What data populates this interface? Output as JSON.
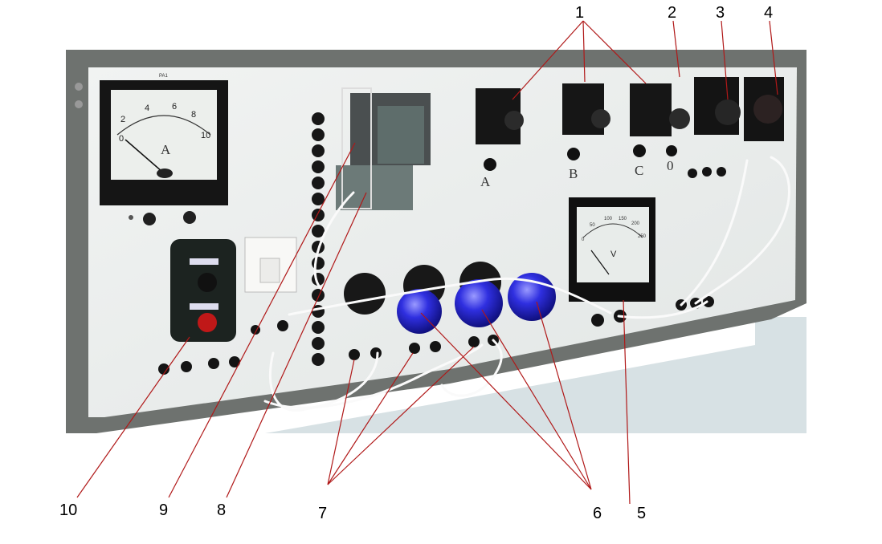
{
  "callouts": [
    "1",
    "2",
    "3",
    "4",
    "5",
    "6",
    "7",
    "8",
    "9",
    "10"
  ],
  "ammeter": {
    "unit": "A",
    "scale": [
      "0",
      "2",
      "4",
      "6",
      "8",
      "10"
    ],
    "label": "PA1"
  },
  "voltmeter": {
    "unit": "V",
    "scale": [
      "0",
      "50",
      "100",
      "150",
      "200",
      "250"
    ]
  },
  "phase_labels": [
    "A",
    "B",
    "C",
    "0"
  ],
  "colors": {
    "panel": "#ecefee",
    "frame": "#6b706c",
    "lamp": "#2a2ad8",
    "callout_line": "#b01818",
    "table": "#d9e3e6"
  }
}
